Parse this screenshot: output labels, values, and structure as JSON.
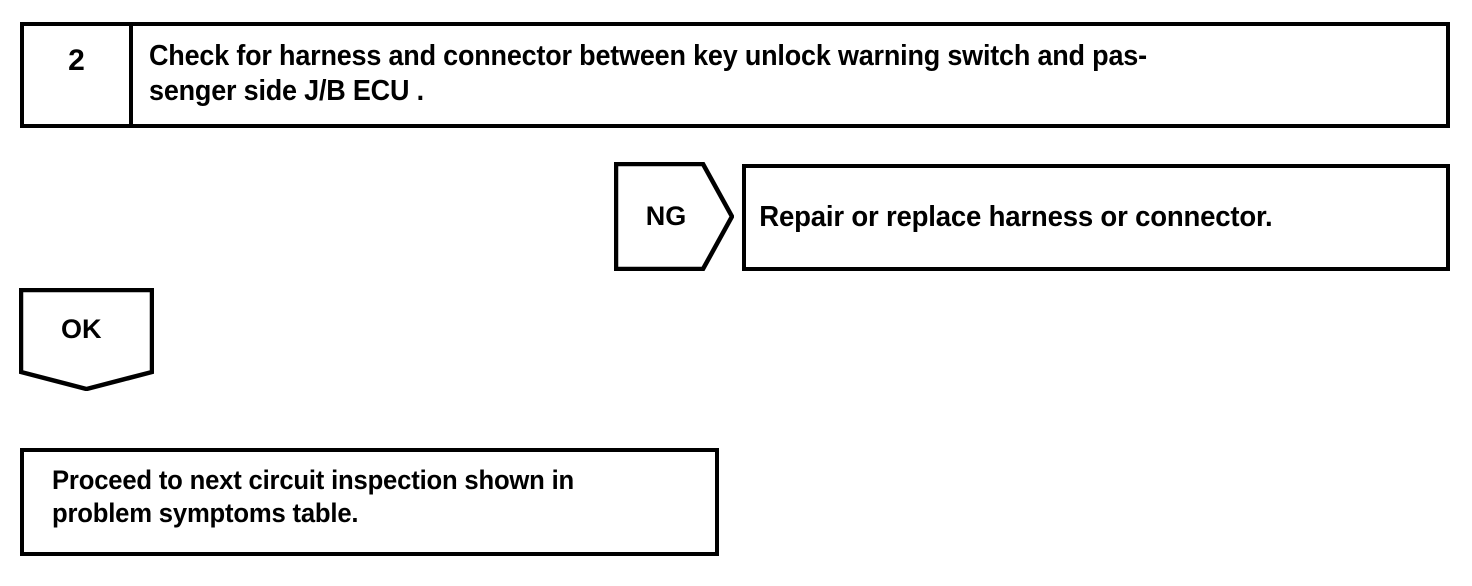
{
  "document": {
    "type": "troubleshooting-flowchart",
    "background_color": "#ffffff",
    "line_color": "#000000"
  },
  "step": {
    "number": "2",
    "description": "Check for harness and connector between key unlock warning switch and pas-\nsenger side J/B ECU ."
  },
  "branches": {
    "ng": {
      "label": "NG",
      "result_text": "Repair or replace harness or connector."
    },
    "ok": {
      "label": "OK",
      "result_text": "Proceed to next circuit inspection shown in\nproblem symptoms table."
    }
  }
}
